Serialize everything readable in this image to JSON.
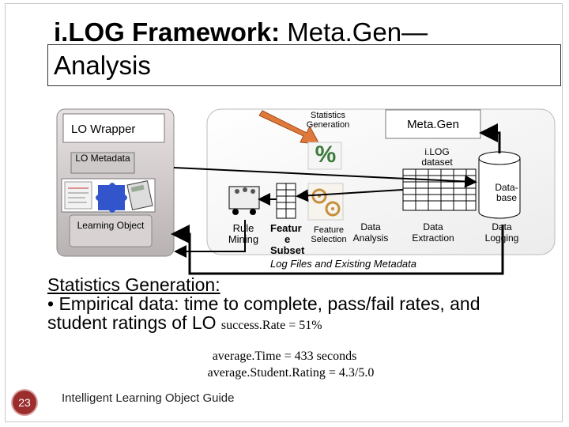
{
  "title": {
    "bold": "i.LOG Framework:",
    "rest": " Meta.Gen—",
    "line2": "Analysis"
  },
  "diagram": {
    "lo_wrapper": "LO Wrapper",
    "lo_metadata": "LO Metadata",
    "learning_object": "Learning Object",
    "statistics_generation_line1": "Statistics",
    "statistics_generation_line2": "Generation",
    "metagen": "Meta.Gen",
    "ilog_dataset_line1": "i.LOG",
    "ilog_dataset_line2": "dataset",
    "database_line1": "Data-",
    "database_line2": "base",
    "rule_mining_line1": "Rule",
    "rule_mining_line2": "Mining",
    "feature_subset_line1": "Featur",
    "feature_subset_line2": "e",
    "feature_subset_line3": "Subset",
    "feature_selection_line1": "Feature",
    "feature_selection_line2": "Selection",
    "data_analysis_line1": "Data",
    "data_analysis_line2": "Analysis",
    "data_extraction_line1": "Data",
    "data_extraction_line2": "Extraction",
    "data_logging_line1": "Data",
    "data_logging_line2": "Logging",
    "log_files": "Log Files and Existing Metadata",
    "percent_glyph": "%"
  },
  "body": {
    "heading": "Statistics Generation:",
    "bullet_line1": "• Empirical data: time to complete, pass/fail rates, and",
    "bullet_line2": "student ratings of LO",
    "formula1": "success.Rate = 51%",
    "formula2": "average.Time = 433 seconds",
    "formula3": "average.Student.Rating = 4.3/5.0"
  },
  "footer": {
    "slide_number": "23",
    "text": "Intelligent Learning Object Guide"
  },
  "colors": {
    "accent": "#9b2d2d",
    "arrow": "#e07a3a",
    "wrapper": "#d9d0d0"
  }
}
